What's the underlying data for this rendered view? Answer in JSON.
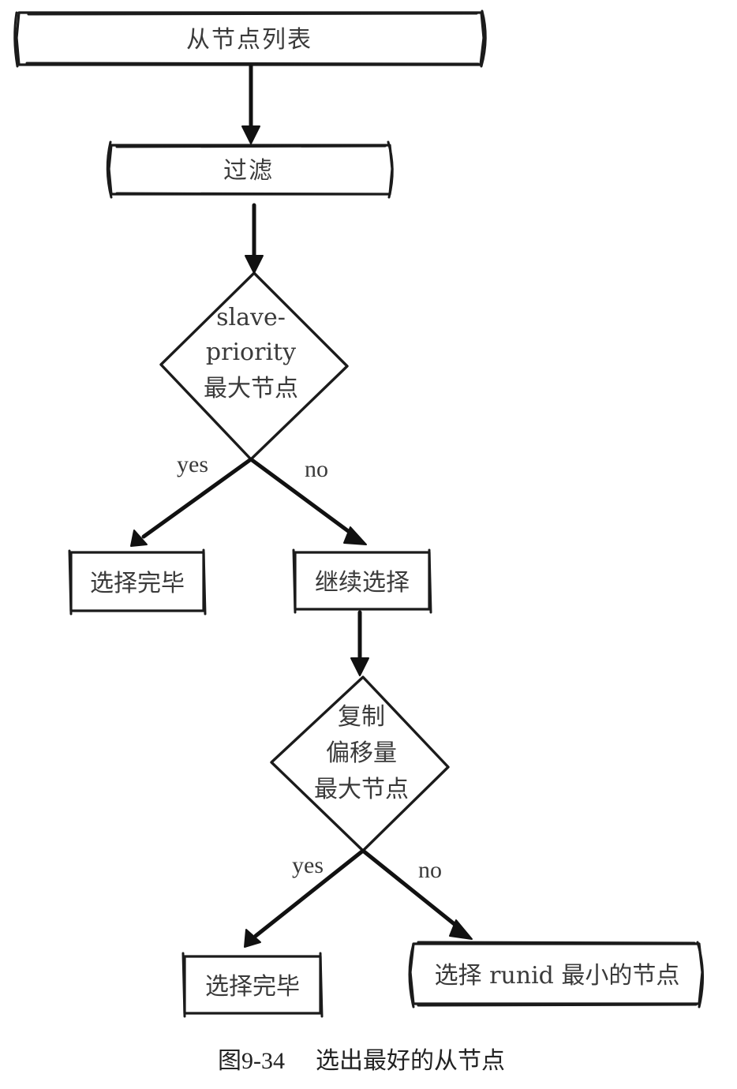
{
  "nodes": {
    "slave_list": "从节点列表",
    "filter": "过滤",
    "priority_line1": "slave-",
    "priority_line2": "priority",
    "priority_line3": "最大节点",
    "done_1": "选择完毕",
    "continue": "继续选择",
    "offset_line1": "复制",
    "offset_line2": "偏移量",
    "offset_line3": "最大节点",
    "done_2": "选择完毕",
    "min_runid": "选择 runid 最小的节点"
  },
  "edges": {
    "yes_1": "yes",
    "no_1": "no",
    "yes_2": "yes",
    "no_2": "no"
  },
  "caption": {
    "figure_number": "图9-34",
    "title": "选出最好的从节点"
  }
}
